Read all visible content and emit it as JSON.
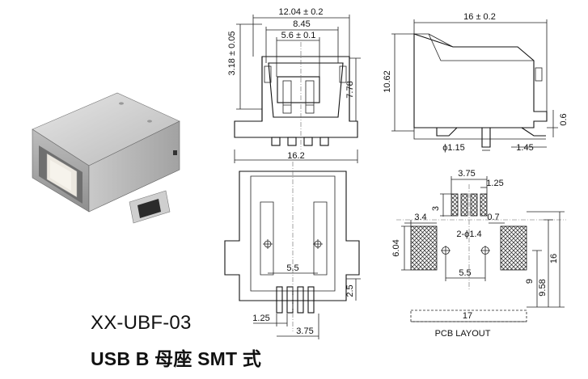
{
  "labels": {
    "part_number": "XX-UBF-03",
    "description": "USB B 母座 SMT 式",
    "pcb_layout": "PCB LAYOUT"
  },
  "front_view": {
    "overall_width": "12.04 ± 0.2",
    "inner_width": "8.45",
    "port_width": "5.6 ± 0.1",
    "height_left": "3.18 ± 0.05",
    "height_right": "7.78",
    "base_width": "16.2"
  },
  "side_view": {
    "length": "16 ± 0.2",
    "height": "10.62",
    "standoff": "0.6",
    "peg_diameter": "ϕ1.15",
    "tail_offset": "1.45"
  },
  "bottom_view": {
    "hole_spacing": "5.5",
    "pin_length": "2.5",
    "pitch_a": "1.25",
    "pitch_b": "3.75"
  },
  "pcb_layout": {
    "pad_span": "3.75",
    "pad_pitch": "1.25",
    "pad_row": "3",
    "pad_offset_left": "3.4",
    "pad_offset_right": "0.7",
    "hole_spec": "2-ϕ1.4",
    "pad_height": "6.04",
    "hole_spacing": "5.5",
    "depth": "16",
    "dim_9": "9",
    "dim_958": "9.58",
    "width": "17"
  },
  "colors": {
    "line": "#111111",
    "hatch": "#222222",
    "metal_light": "#d8d8d8",
    "metal_dark": "#8a8a8a",
    "insulator": "#ece8e0"
  }
}
